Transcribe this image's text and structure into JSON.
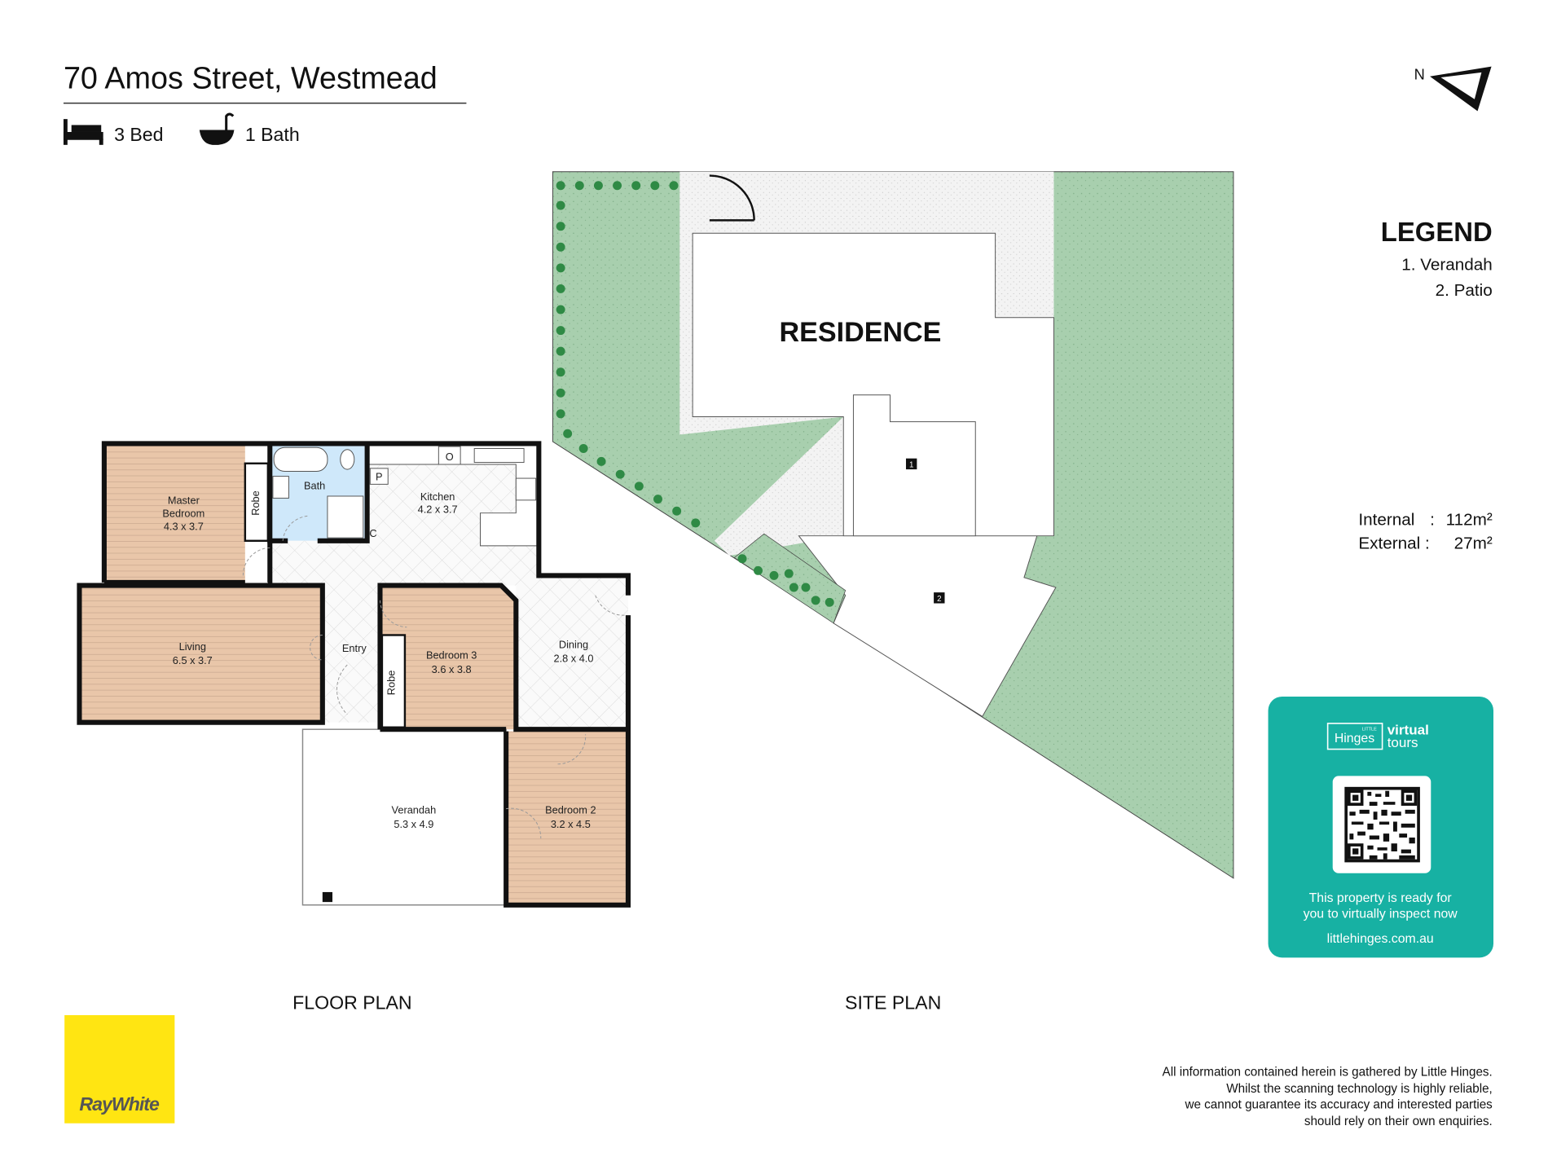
{
  "header": {
    "address": "70 Amos Street, Westmead",
    "beds": "3 Bed",
    "baths": "1 Bath"
  },
  "north_label": "N",
  "legend": {
    "title": "LEGEND",
    "items": [
      "1. Verandah",
      "2. Patio"
    ]
  },
  "areas": {
    "internal_label": "Internal",
    "internal_value": "112m²",
    "external_label": "External :",
    "external_value": "27m²",
    "internal_sep": ":"
  },
  "floor_plan": {
    "label": "FLOOR PLAN",
    "rooms": {
      "master_name": "Master",
      "master_name2": "Bedroom",
      "master_size": "4.3 x 3.7",
      "robe": "Robe",
      "bath": "Bath",
      "kitchen": "Kitchen",
      "kitchen_size": "4.2 x 3.7",
      "living": "Living",
      "living_size": "6.5 x 3.7",
      "entry": "Entry",
      "bed3": "Bedroom 3",
      "bed3_size": "3.6 x 3.8",
      "dining": "Dining",
      "dining_size": "2.8 x 4.0",
      "verandah": "Verandah",
      "verandah_size": "5.3 x 4.9",
      "bed2": "Bedroom 2",
      "bed2_size": "3.2 x 4.5",
      "pantry": "P",
      "cupboard": "C",
      "oven": "O"
    }
  },
  "site_plan": {
    "label": "SITE PLAN",
    "residence": "RESIDENCE",
    "marker1": "1",
    "marker2": "2"
  },
  "promo": {
    "brand_small": "LITTLE",
    "brand": "Hinges",
    "virtual": "virtual",
    "tours": "tours",
    "line1": "This property is ready for",
    "line2": "you to virtually inspect now",
    "url": "littlehinges.com.au"
  },
  "agency_logo": "RayWhite",
  "disclaimer": [
    "All information contained herein is gathered by Little Hinges.",
    "Whilst the scanning technology is highly reliable,",
    "we cannot guarantee its accuracy and interested parties",
    "should rely on their own enquiries."
  ],
  "colors": {
    "wood": "#e9c6a9",
    "bath": "#cfe8fa",
    "lawn": "#a8cfae",
    "hedge": "#2f8a45",
    "teal": "#17b1a3",
    "yellow": "#ffe512"
  }
}
